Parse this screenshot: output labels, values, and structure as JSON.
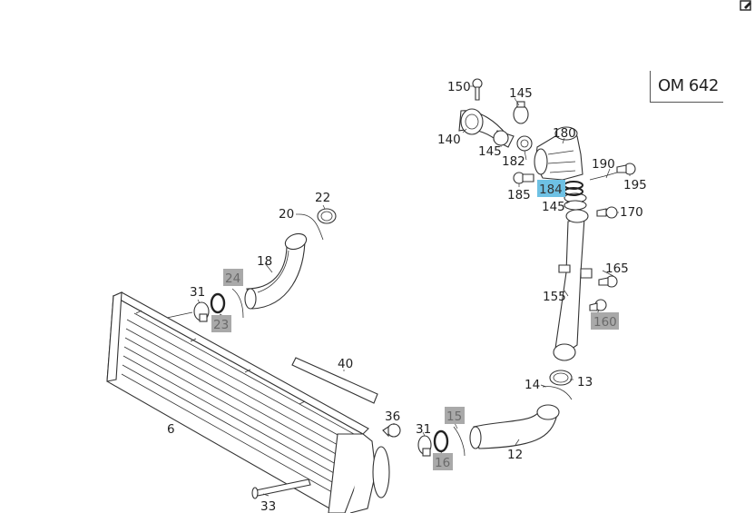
{
  "engine_label": "OM 642",
  "callouts": {
    "p150": "150",
    "p145a": "145",
    "p140": "140",
    "p145b": "145",
    "p182": "182",
    "p180": "180",
    "p190": "190",
    "p195": "195",
    "p185": "185",
    "p184": "184",
    "p145c": "145",
    "p170": "170",
    "p165": "165",
    "p155": "155",
    "p160": "160",
    "p14": "14",
    "p13": "13",
    "p12": "12",
    "p15": "15",
    "p16": "16",
    "p31b": "31",
    "p36": "36",
    "p40": "40",
    "p33": "33",
    "p6": "6",
    "p31a": "31",
    "p24": "24",
    "p23": "23",
    "p18": "18",
    "p20": "20",
    "p22": "22"
  },
  "highlight_color": "#6ec1e4",
  "tag_color": "#a9a9a9",
  "icons": {
    "corner": "edit-icon"
  }
}
